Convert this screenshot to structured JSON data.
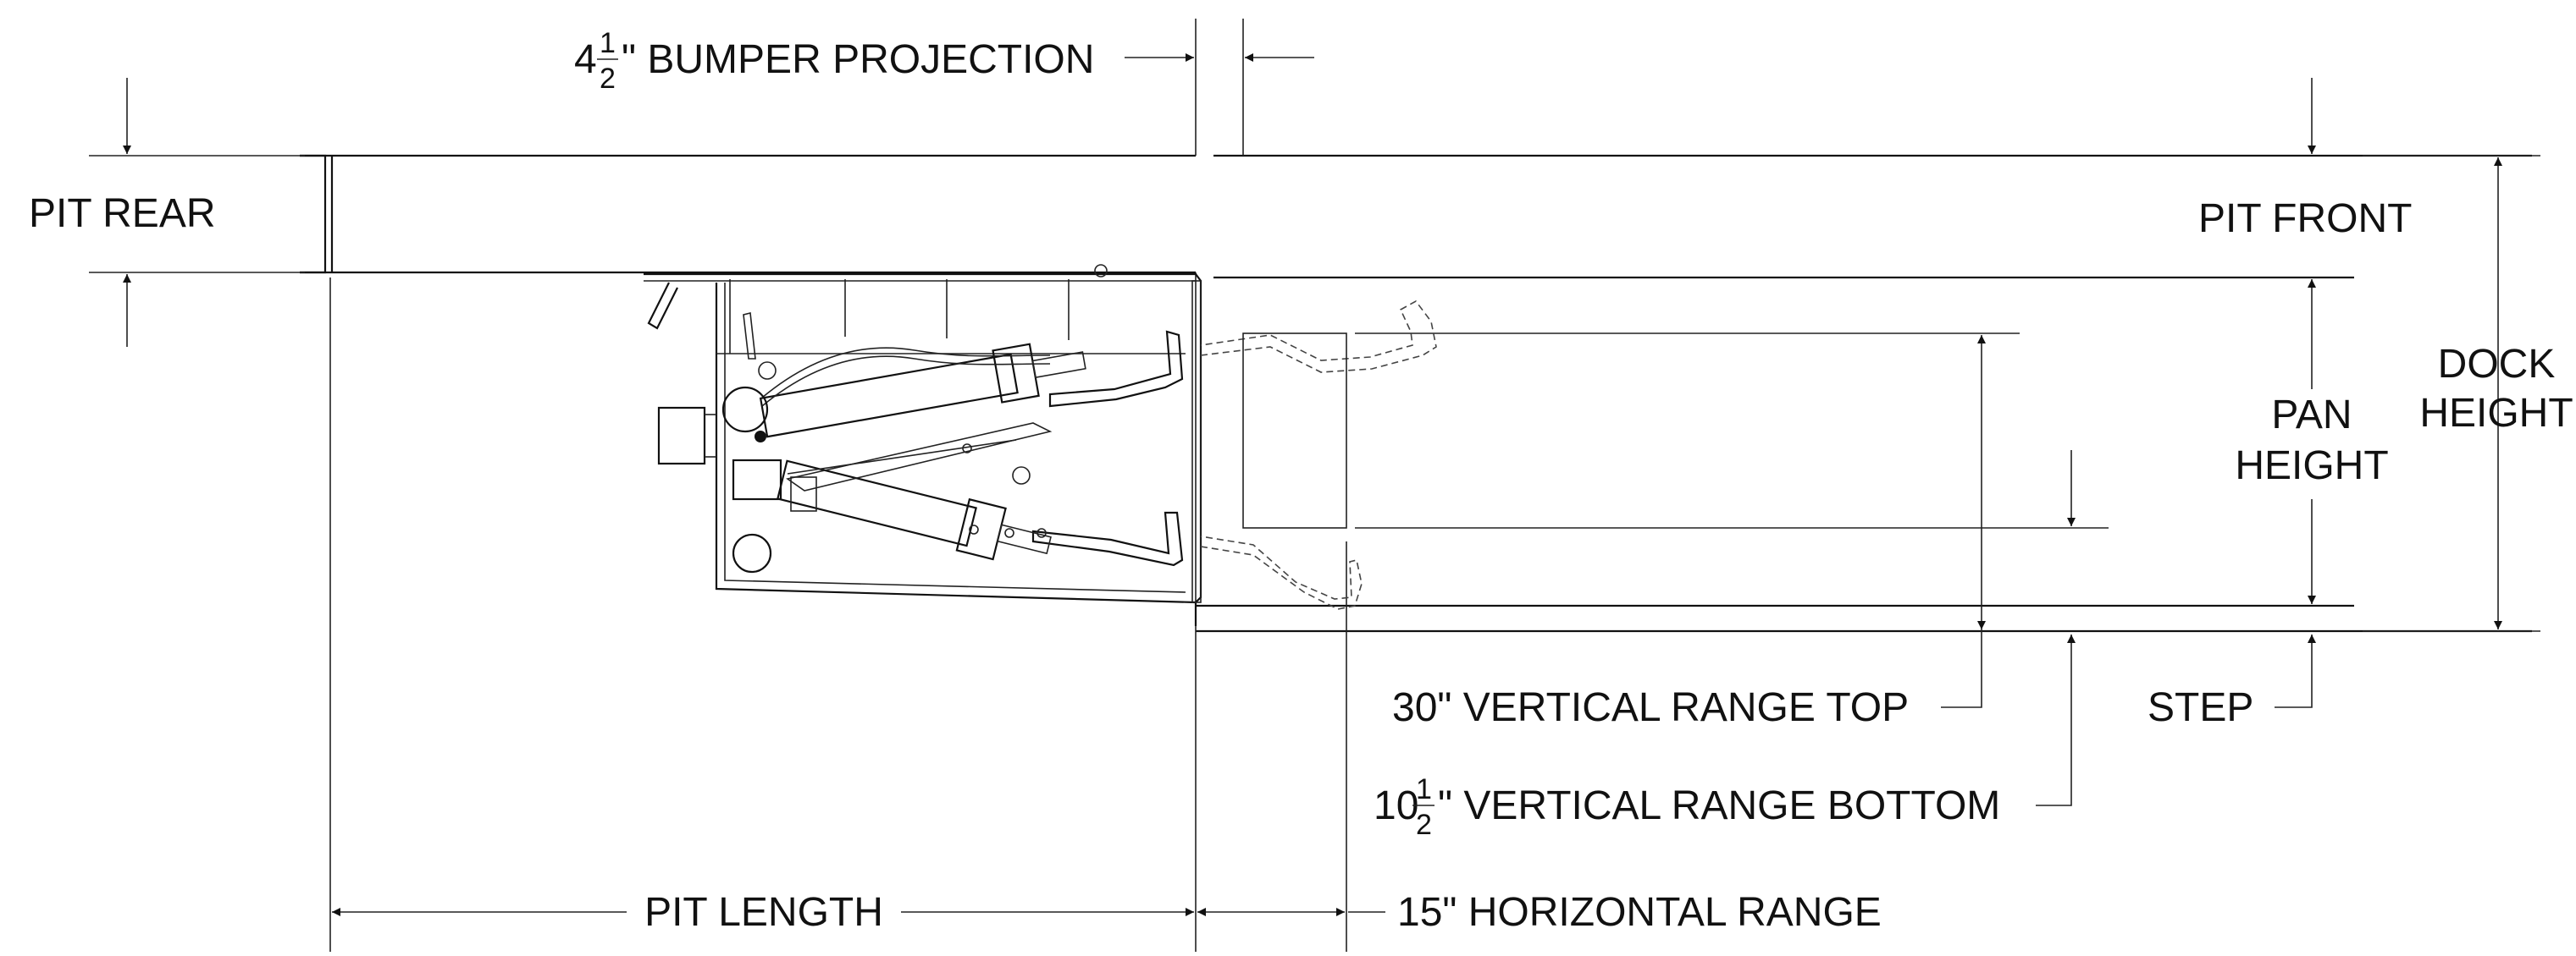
{
  "labels": {
    "bumper_projection": {
      "whole": "4",
      "num": "1",
      "den": "2",
      "text": "\" BUMPER PROJECTION"
    },
    "pit_rear": "PIT REAR",
    "pit_front": "PIT FRONT",
    "dock_height_1": "DOCK",
    "dock_height_2": "HEIGHT",
    "pan_height_1": "PAN",
    "pan_height_2": "HEIGHT",
    "vertical_range_top": "30\" VERTICAL RANGE TOP",
    "step": "STEP",
    "vertical_range_bottom": {
      "whole": "10",
      "num": "1",
      "den": "2",
      "text": "\" VERTICAL RANGE BOTTOM"
    },
    "pit_length": "PIT LENGTH",
    "horizontal_range": "15\" HORIZONTAL RANGE"
  }
}
